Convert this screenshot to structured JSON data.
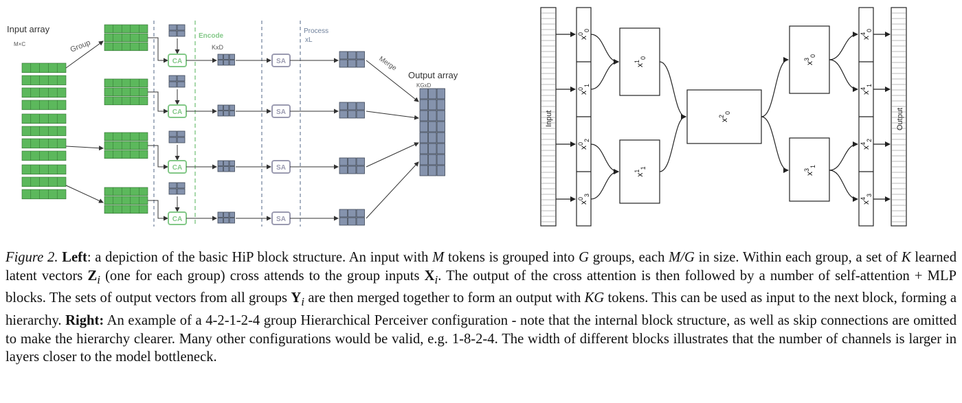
{
  "left_diagram": {
    "input_label": "Input array",
    "input_dims": "M×C",
    "group_label": "Group",
    "encode_label": "Encode",
    "latent_dims": "KxD",
    "process_label": "Process",
    "process_repeat": "xL",
    "merge_label": "Merge",
    "output_label": "Output array",
    "output_dims": "KGxD",
    "ca_label": "CA",
    "sa_label": "SA"
  },
  "right_diagram": {
    "input_label": "Input",
    "output_label": "Output",
    "x0": [
      "x",
      "0",
      "0",
      "x",
      "0",
      "1",
      "x",
      "0",
      "2",
      "x",
      "0",
      "3"
    ],
    "x1": [
      "x",
      "1",
      "0",
      "x",
      "1",
      "1"
    ],
    "x2": [
      "x",
      "2",
      "0"
    ],
    "x3": [
      "x",
      "3",
      "0",
      "x",
      "3",
      "1"
    ],
    "x4": [
      "x",
      "4",
      "0",
      "x",
      "4",
      "1",
      "x",
      "4",
      "2",
      "x",
      "4",
      "3"
    ]
  },
  "caption": {
    "figure_label": "Figure 2.",
    "left_heading": "Left",
    "t1": ": a depiction of the basic HiP block structure. An input with ",
    "m1": "M",
    "t2": " tokens is grouped into ",
    "m2": "G",
    "t3": " groups, each ",
    "m3": "M/G",
    "t4": " in size. Within each group, a set of ",
    "m4": "K",
    "t5": " learned latent vectors ",
    "m5": "Z",
    "m5sub": "i",
    "t6": " (one for each group) cross attends to the group inputs ",
    "m6": "X",
    "m6sub": "i",
    "t7": ". The output of the cross attention is then followed by a number of self-attention + MLP blocks. The sets of output vectors from all groups ",
    "m7": "Y",
    "m7sub": "i",
    "t8": " are then merged together to form an output with ",
    "m8": "KG",
    "t9": " tokens. This can be used as input to the next block, forming a hierarchy. ",
    "right_heading": "Right:",
    "t10": " An example of a 4-2-1-2-4 group Hierarchical Perceiver configuration - note that the internal block structure, as well as skip connections are omitted to make the hierarchy clearer. Many other configurations would be valid, e.g. 1-8-2-4. The width of different blocks illustrates that the number of channels is larger in layers closer to the model bottleneck."
  },
  "colors": {
    "token_green": "#5cb85c",
    "token_green_dark": "#2e6b2e",
    "latent_slate": "#8593ad",
    "latent_dark": "#3c4656",
    "ca_green": "#82c887",
    "sa_gray": "#9a9ab0",
    "dashed_gray": "#6d7f9a"
  }
}
